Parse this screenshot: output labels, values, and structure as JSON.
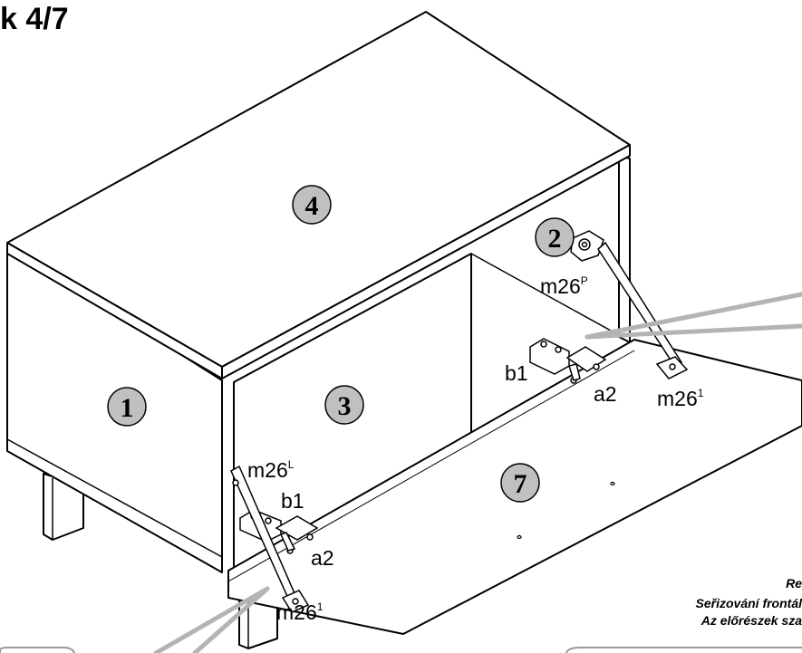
{
  "title": "k 4/7",
  "parts": [
    {
      "id": "part-1",
      "label": "1"
    },
    {
      "id": "part-2",
      "label": "2"
    },
    {
      "id": "part-3",
      "label": "3"
    },
    {
      "id": "part-4",
      "label": "4"
    },
    {
      "id": "part-7",
      "label": "7"
    }
  ],
  "hardware": {
    "m26p": {
      "base": "m26",
      "sup": "P"
    },
    "m26l": {
      "base": "m26",
      "sup": "L"
    },
    "m26_1_right": {
      "base": "m26",
      "sup": "1"
    },
    "m26_1_left": {
      "base": "m26",
      "sup": "1"
    },
    "b1_right": "b1",
    "b1_left": "b1",
    "a2_right": "a2",
    "a2_left": "a2"
  },
  "notes": [
    "Re",
    "Seřizování frontál",
    "Az előrészek sza"
  ],
  "colors": {
    "line": "#000000",
    "part_fill": "#c0c0c0",
    "pointer": "#b4b4b4",
    "panel": "#ffffff"
  }
}
